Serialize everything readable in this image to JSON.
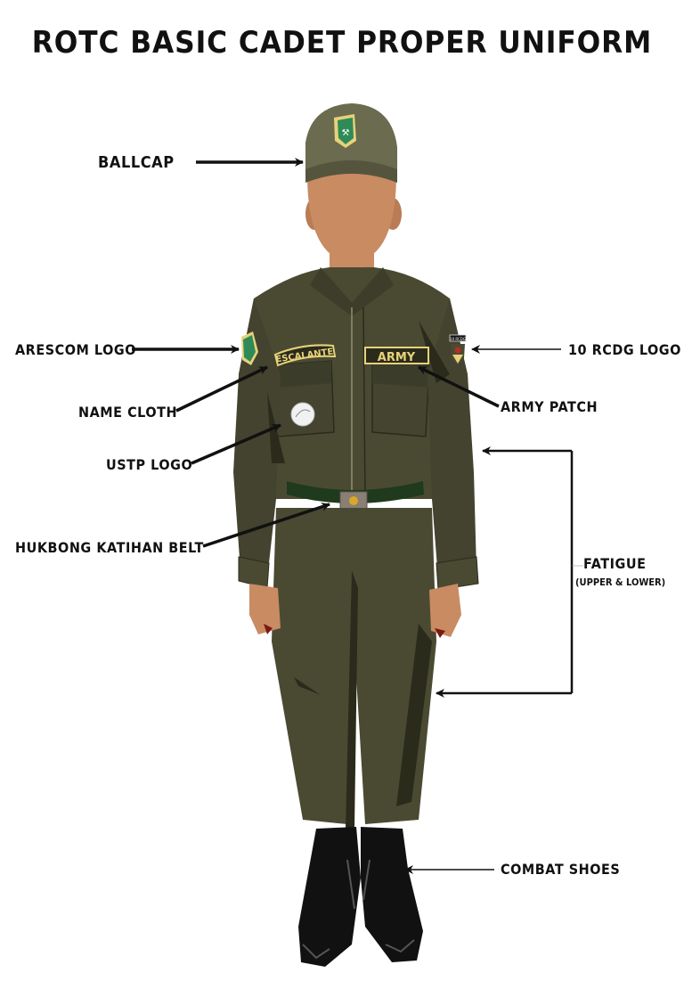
{
  "title": "ROTC BASIC CADET PROPER UNIFORM",
  "figure": {
    "name_cloth_text": "ESCALANTE",
    "army_patch_text": "ARMY",
    "rcdg_tab_text": "10 RCDG"
  },
  "labels": {
    "ballcap": "BALLCAP",
    "arescom_logo": "ARESCOM LOGO",
    "name_cloth": "NAME CLOTH",
    "ustp_logo": "USTP LOGO",
    "belt": "HUKBONG KATIHAN BELT",
    "rcdg_logo": "10 RCDG LOGO",
    "army_patch": "ARMY PATCH",
    "fatigue": "FATIGUE",
    "fatigue_sub": "(UPPER & LOWER)",
    "combat_shoes": "COMBAT SHOES"
  },
  "colors": {
    "fabric": "#4a4a33",
    "fabric_dark": "#2b2b1c",
    "cap": "#6b6b4f",
    "skin": "#c98b62",
    "patch_yellow": "#e7d27a",
    "belt": "#1f3a1c",
    "boots": "#111111",
    "arescom_green": "#2e8b57"
  }
}
